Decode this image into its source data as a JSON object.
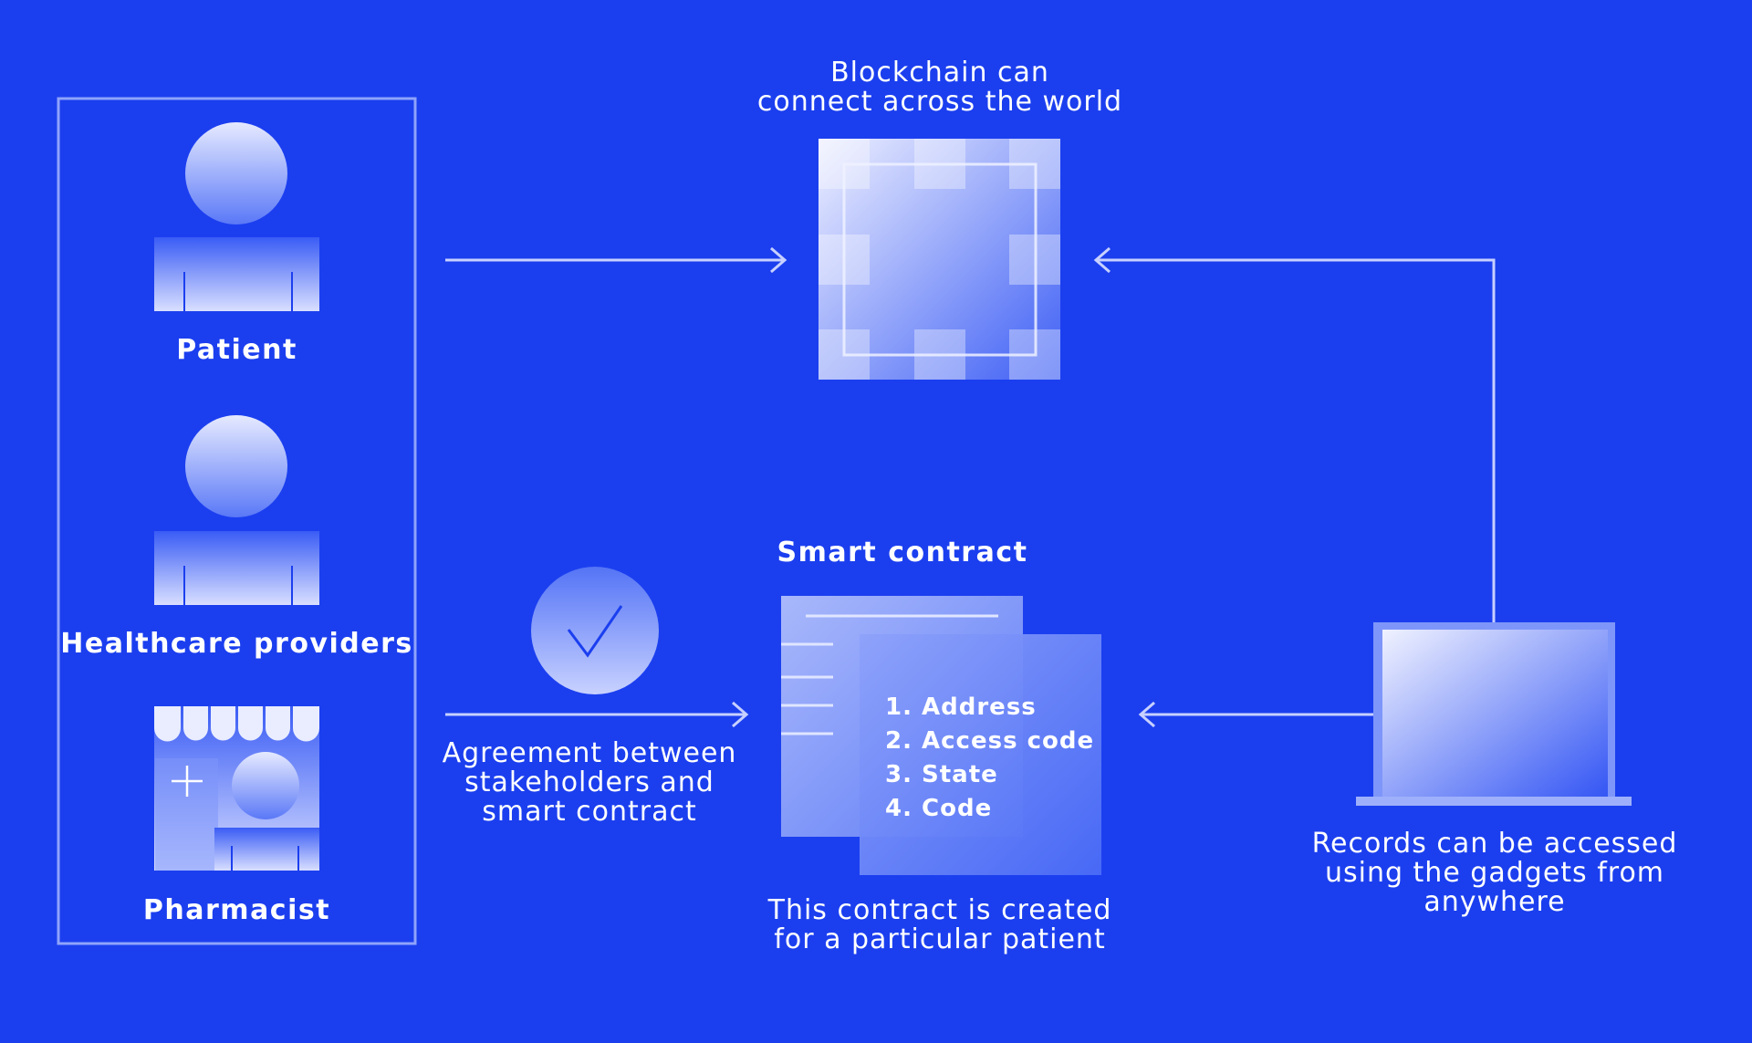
{
  "stakeholders": {
    "patient": {
      "label": "Patient",
      "icon": "person-icon"
    },
    "providers": {
      "label": "Healthcare providers",
      "icon": "person-icon"
    },
    "pharmacist": {
      "label": "Pharmacist",
      "icon": "pharmacy-store-icon"
    }
  },
  "blockchain": {
    "caption_line1": "Blockchain can",
    "caption_line2": "connect across the world",
    "icon": "blockchain-grid-icon"
  },
  "agreement": {
    "line1": "Agreement between",
    "line2": "stakeholders and",
    "line3": "smart contract",
    "icon": "checkmark-circle-icon"
  },
  "smart_contract": {
    "title": "Smart contract",
    "items": [
      "1. Address",
      "2. Access code",
      "3. State",
      "4. Code"
    ],
    "caption_line1": "This contract is created",
    "caption_line2": "for a particular patient",
    "icon": "document-stack-icon"
  },
  "records": {
    "line1": "Records can be accessed",
    "line2": "using the gadgets from",
    "line3": "anywhere",
    "icon": "laptop-icon"
  },
  "colors": {
    "background": "#1b3fef",
    "line": "#c7d0ff",
    "icon_light": "#e8ebff",
    "icon_dark": "#3b5cf5"
  }
}
